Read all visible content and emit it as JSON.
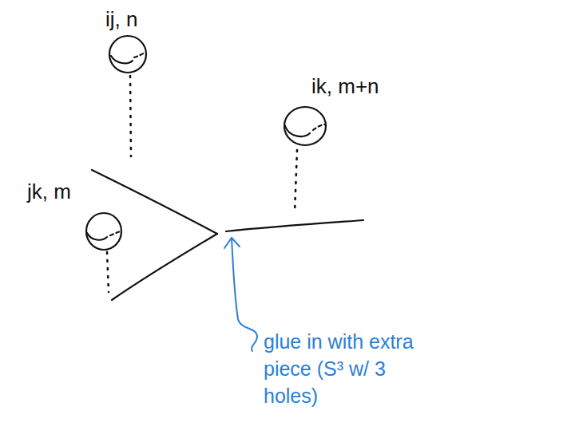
{
  "diagram": {
    "labels": [
      "ij, n",
      "ik, m+n",
      "jk, m",
      "glue in with extra piece (S³ w/ 3 holes)"
    ]
  }
}
